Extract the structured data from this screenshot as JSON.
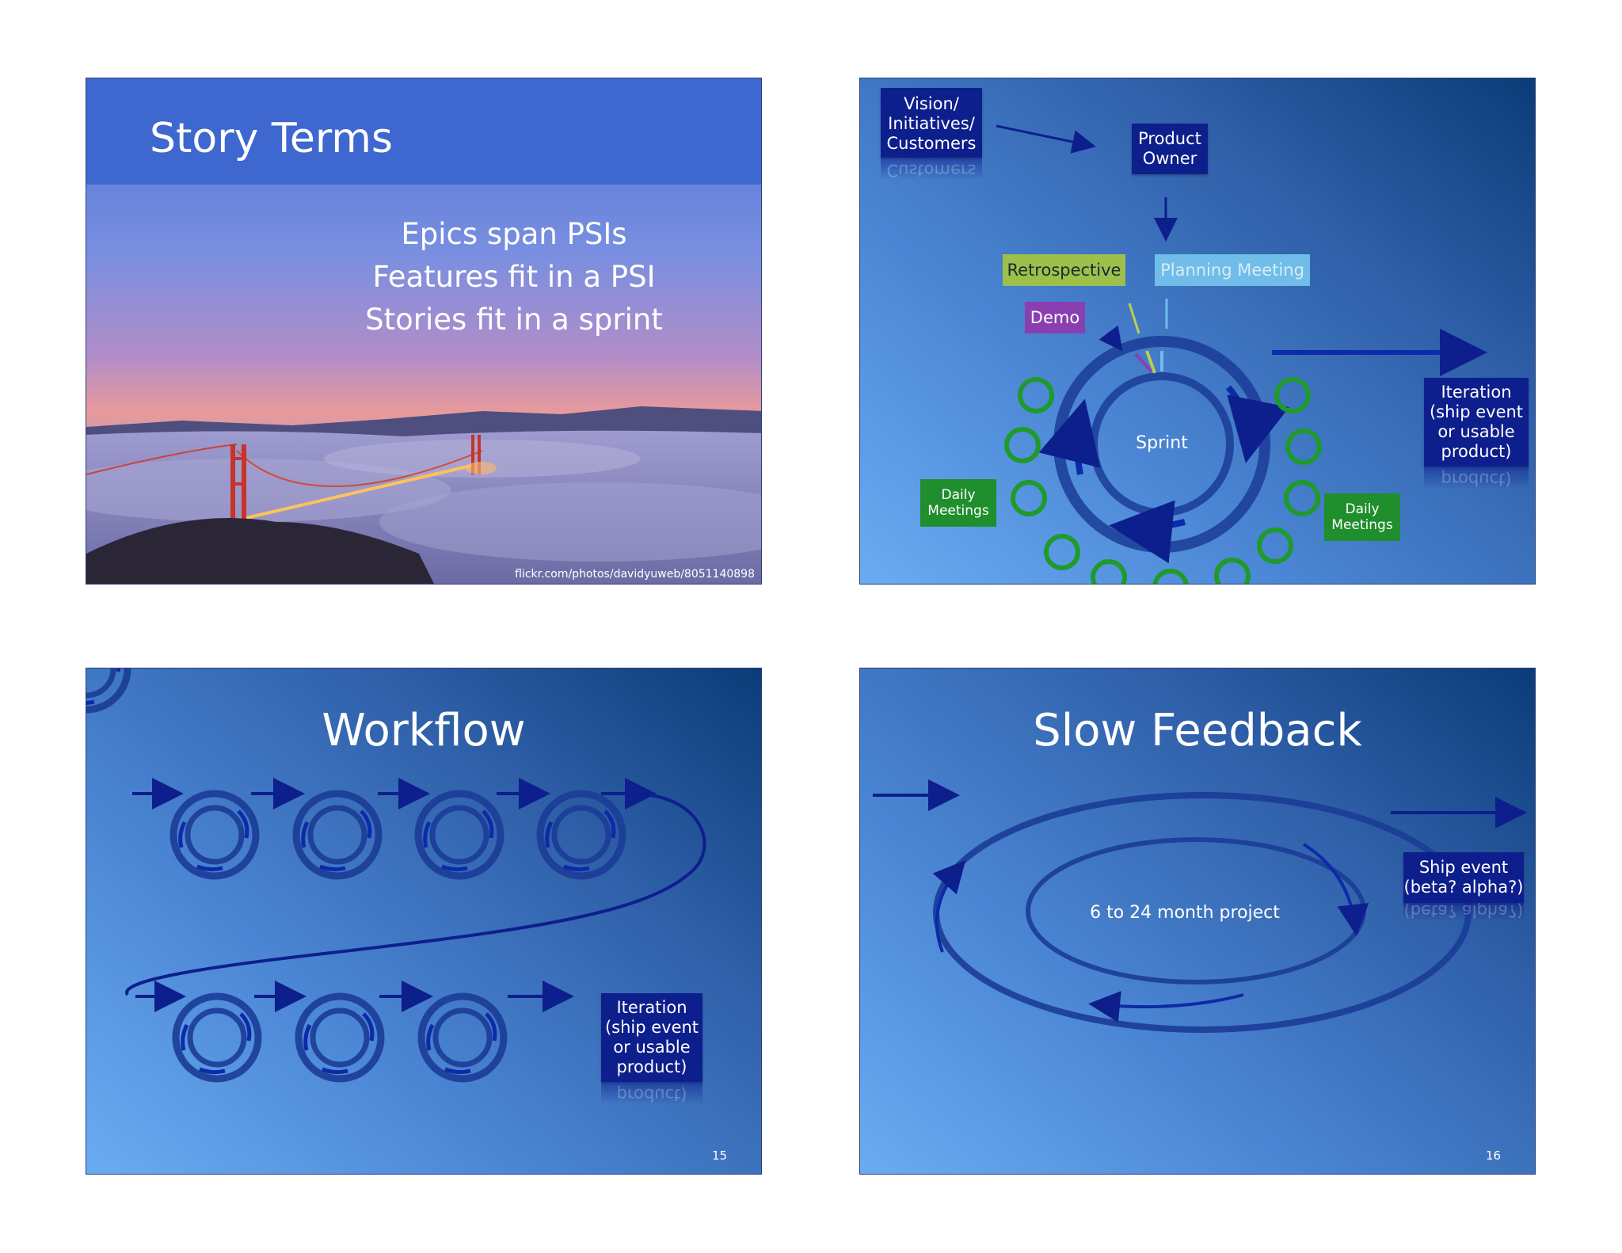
{
  "slide1": {
    "title": "Story Terms",
    "lines": [
      "Epics span PSIs",
      "Features fit in a PSI",
      "Stories fit in a sprint"
    ],
    "credit": "flickr.com/photos/davidyuweb/8051140898"
  },
  "slide2": {
    "vision": [
      "Vision/",
      "Initiatives/",
      "Customers"
    ],
    "owner": [
      "Product",
      "Owner"
    ],
    "retrospective": "Retrospective",
    "planning": "Planning Meeting",
    "demo": "Demo",
    "sprint": "Sprint",
    "iteration": [
      "Iteration",
      "(ship event",
      "or usable",
      "product)"
    ],
    "daily_left": [
      "Daily",
      "Meetings"
    ],
    "daily_right": [
      "Daily",
      "Meetings"
    ]
  },
  "slide3": {
    "title": "Workflow",
    "iteration": [
      "Iteration",
      "(ship event",
      "or usable",
      "product)"
    ],
    "page": "15"
  },
  "slide4": {
    "title": "Slow Feedback",
    "project": "6 to 24 month project",
    "ship": [
      "Ship event",
      "(beta? alpha?)"
    ],
    "page": "16"
  },
  "colors": {
    "box_navy": "#0d1f8c",
    "retro_green": "#9dc04a",
    "planning_blue": "#6fbde8",
    "demo_purple": "#8a3fb0",
    "daily_green": "#1f8e2c"
  }
}
